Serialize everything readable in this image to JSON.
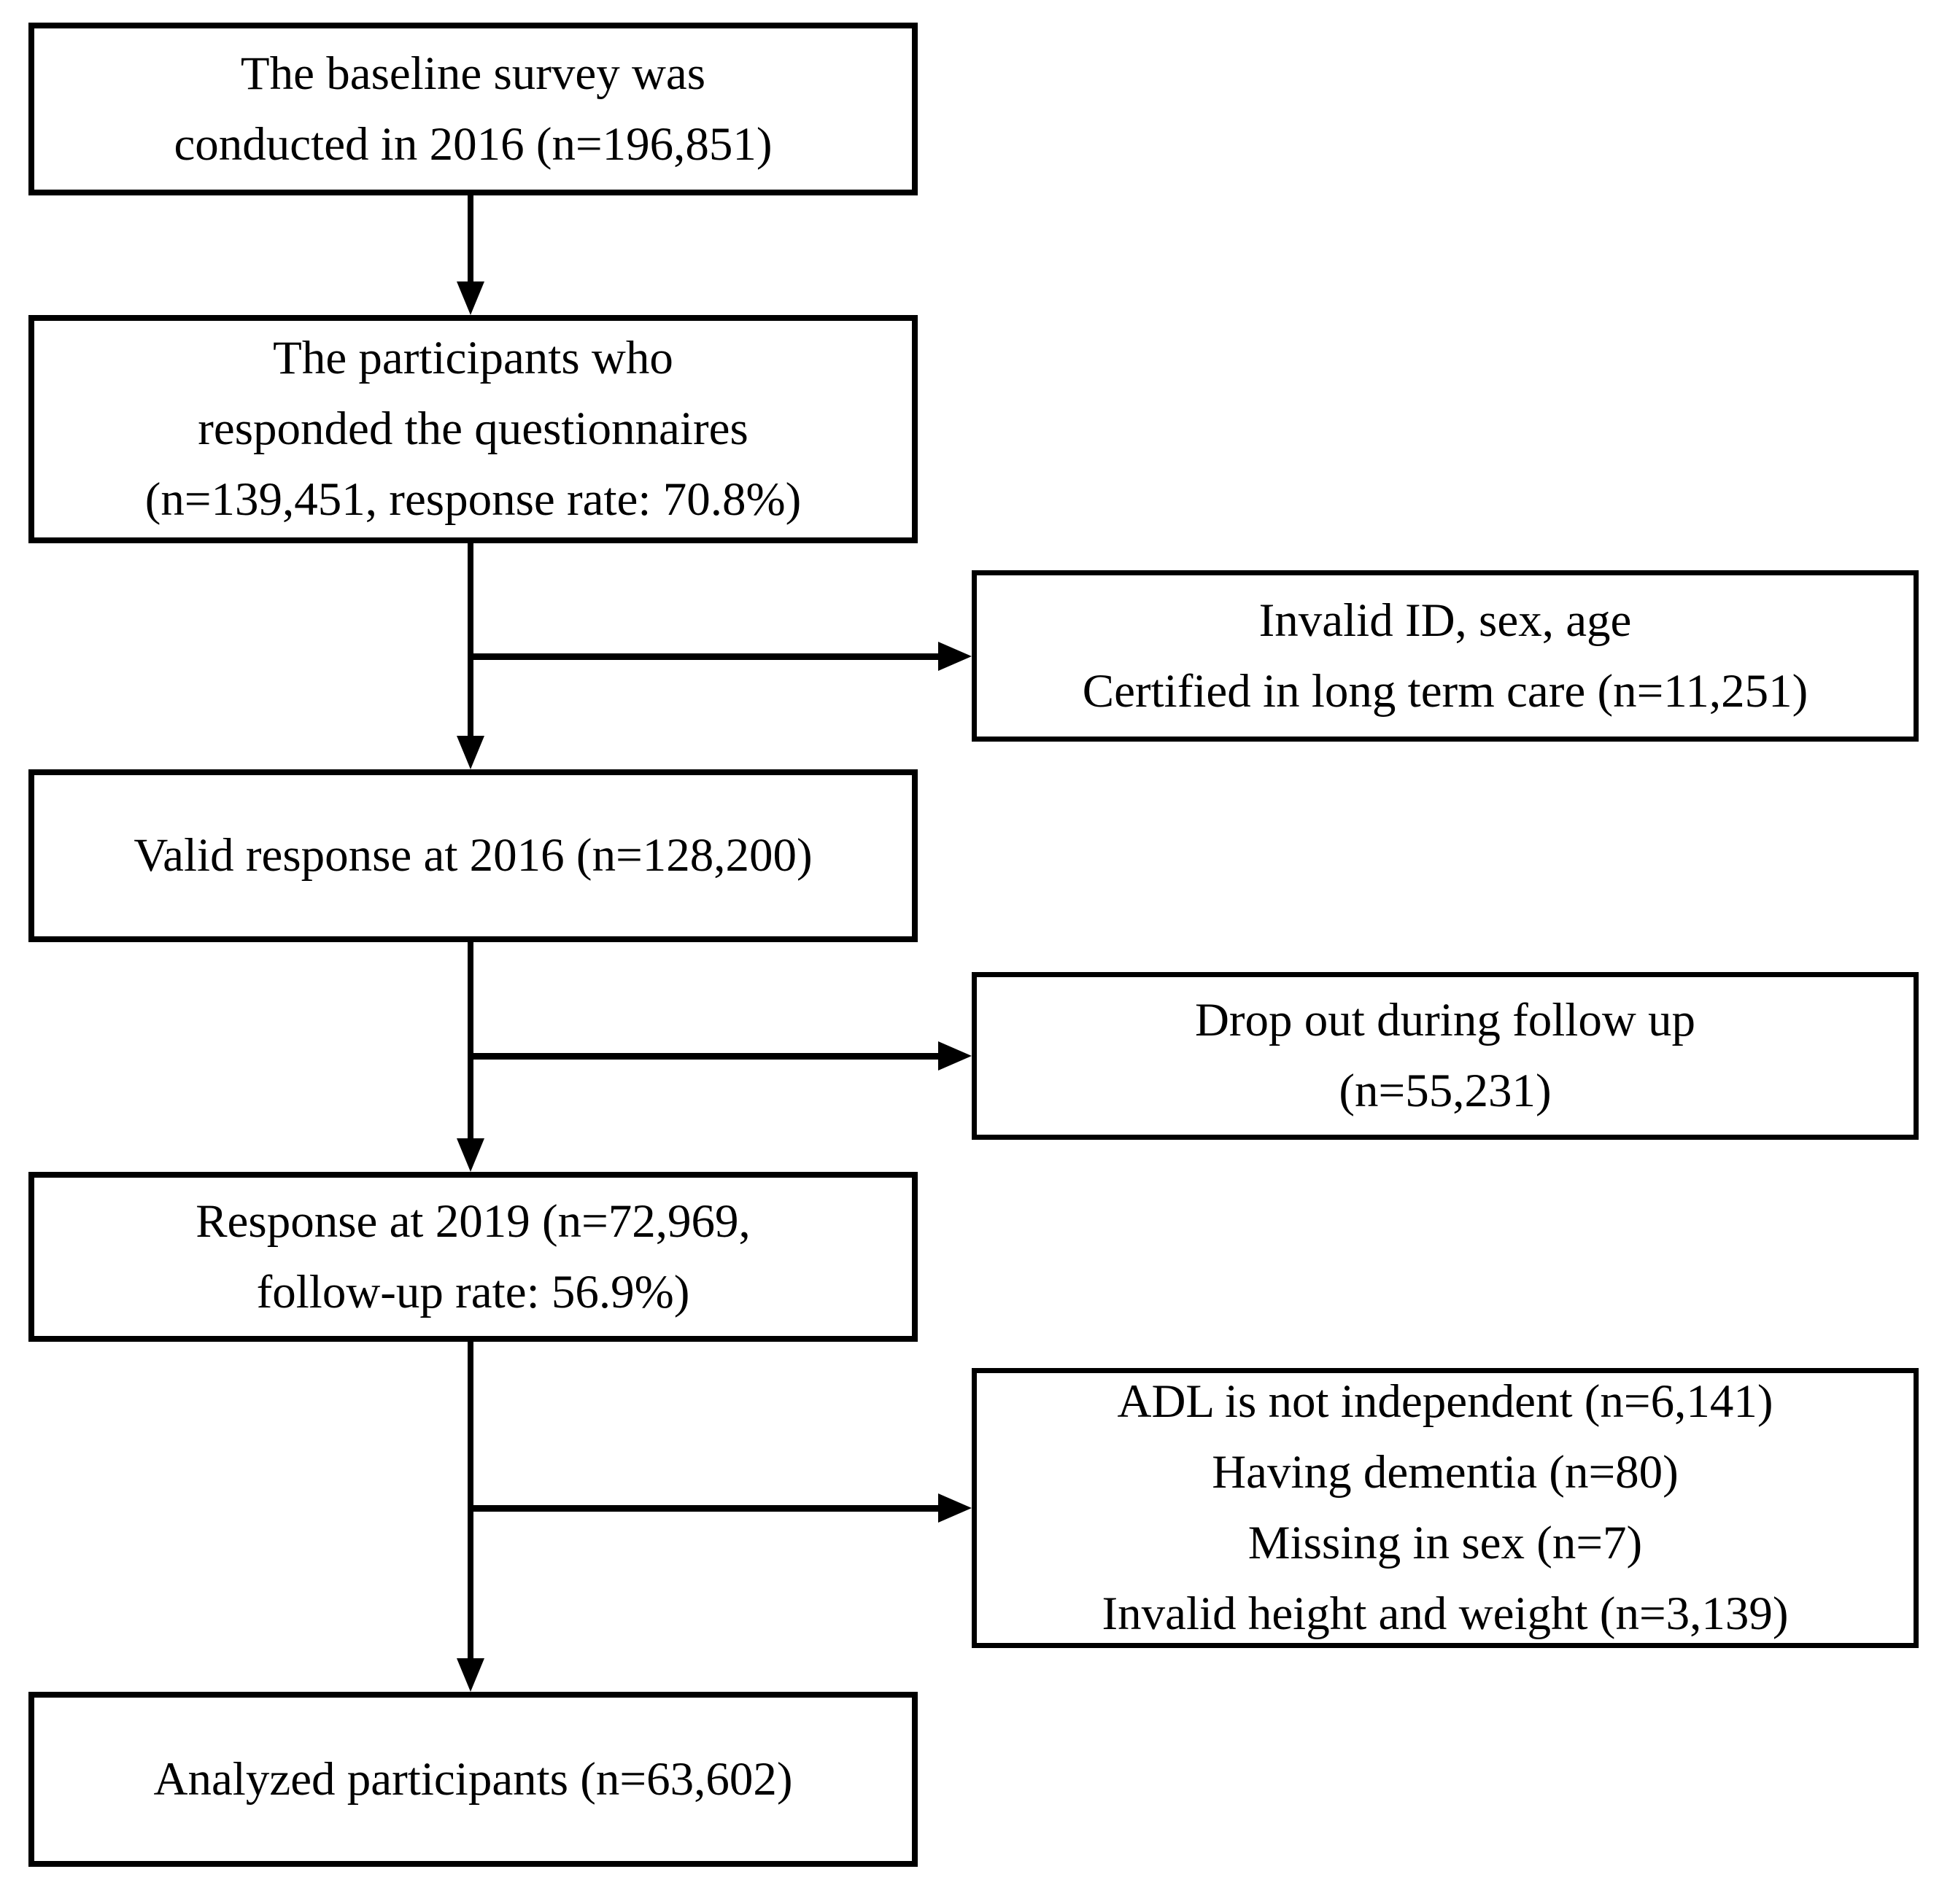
{
  "figure": {
    "type": "flowchart",
    "description": "Participant selection flow diagram",
    "colors": {
      "background": "#ffffff",
      "box_border": "#000000",
      "text": "#000000",
      "arrow": "#000000"
    },
    "flow_boxes": [
      {
        "id": "baseline-survey",
        "lines": [
          "The baseline survey was",
          "conducted in 2016 (n=196,851)"
        ]
      },
      {
        "id": "responded-questionnaires",
        "lines": [
          "The participants who",
          "responded the questionnaires",
          "(n=139,451, response rate: 70.8%)"
        ]
      },
      {
        "id": "valid-response-2016",
        "lines": [
          "Valid response at 2016 (n=128,200)"
        ]
      },
      {
        "id": "response-2019",
        "lines": [
          "Response at 2019 (n=72,969,",
          "follow-up rate: 56.9%)"
        ]
      },
      {
        "id": "analyzed-participants",
        "lines": [
          "Analyzed participants (n=63,602)"
        ]
      }
    ],
    "exclusion_boxes": [
      {
        "id": "excluded-invalid-id",
        "lines": [
          "Invalid ID, sex, age",
          "Certified in long term care (n=11,251)"
        ]
      },
      {
        "id": "excluded-dropout",
        "lines": [
          "Drop out during follow up",
          "(n=55,231)"
        ]
      },
      {
        "id": "excluded-adl",
        "lines": [
          "ADL is not independent (n=6,141)",
          "Having dementia (n=80)",
          "Missing in sex (n=7)",
          "Invalid height and weight (n=3,139)"
        ]
      }
    ]
  }
}
